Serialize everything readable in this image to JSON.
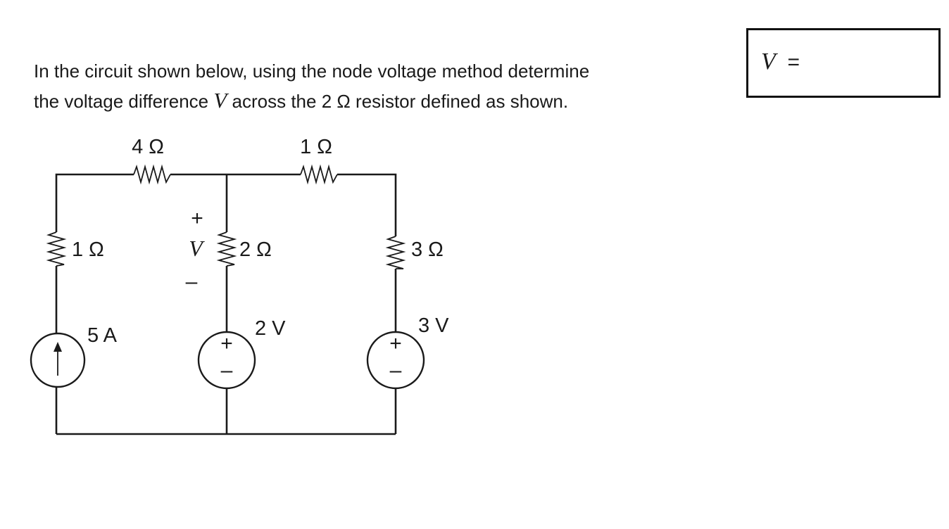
{
  "question": {
    "line1": "In the circuit shown below, using the node voltage method determine",
    "line2_pre": "the voltage difference ",
    "variable": "V",
    "line2_post": " across the 2 Ω resistor defined as shown."
  },
  "answer": {
    "variable": "V",
    "equals": "=",
    "value": ""
  },
  "circuit": {
    "r_top_left": "4 Ω",
    "r_top_right": "1 Ω",
    "r_left": "1 Ω",
    "r_middle": "2 Ω",
    "r_right": "3 Ω",
    "current_source": "5 A",
    "vsource_middle": "2 V",
    "vsource_right": "3 V",
    "v_label": "V",
    "v_plus": "+",
    "v_minus": "–",
    "src_plus": "+",
    "src_minus": "–"
  }
}
